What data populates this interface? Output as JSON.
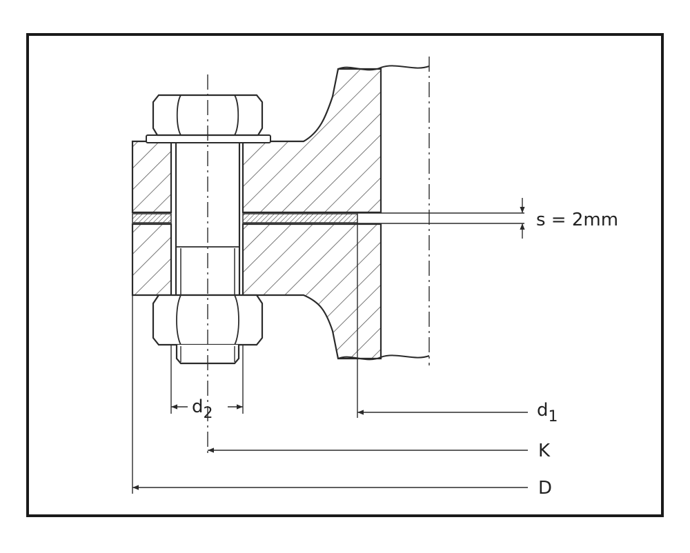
{
  "labels": {
    "gap": "s = 2mm",
    "d2_main": "d",
    "d2_sub": "2",
    "d1_main": "d",
    "d1_sub": "1",
    "k": "K",
    "d_outer": "D"
  },
  "colors": {
    "ink": "#2a2a2a",
    "frame": "#1a1a1a",
    "hatch": "#555555",
    "background": "#ffffff"
  }
}
